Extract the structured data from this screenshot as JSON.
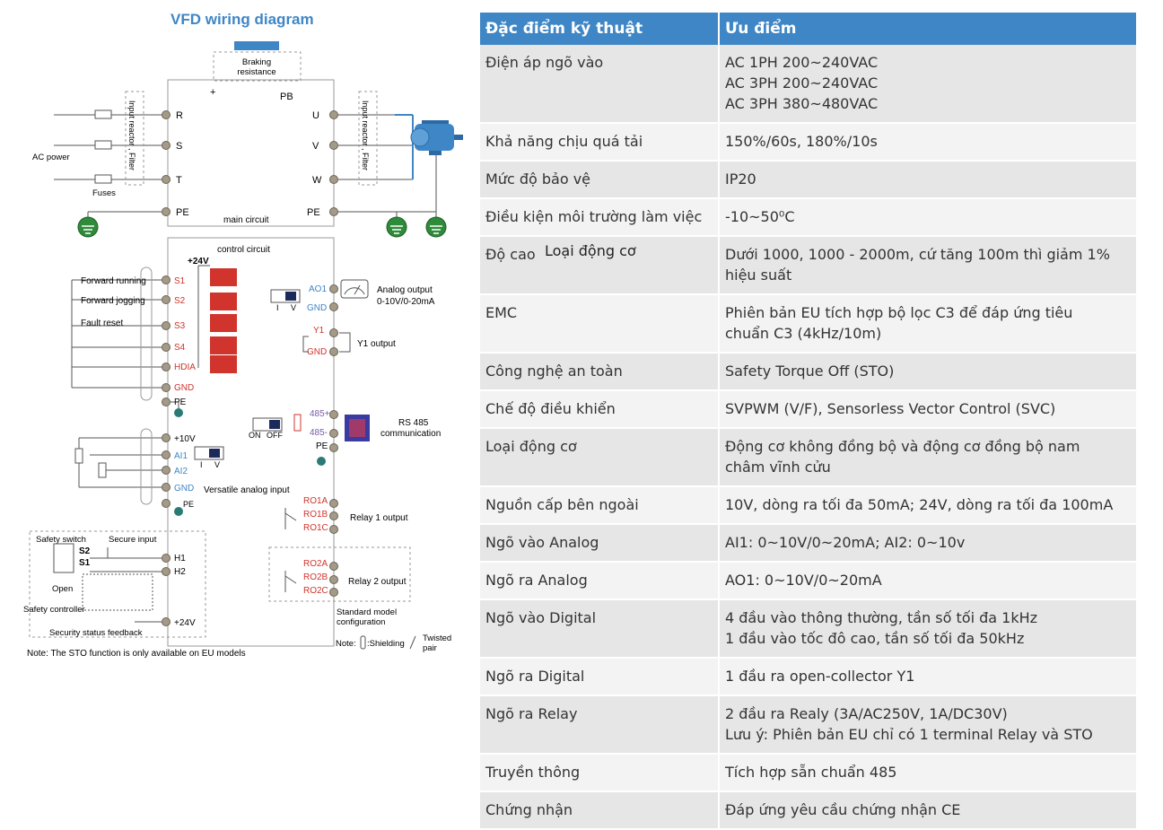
{
  "diagram": {
    "title": "VFD wiring diagram",
    "braking_resistance": [
      "Braking",
      "resistance"
    ],
    "plus": "+",
    "pb": "PB",
    "input_terminals": [
      "R",
      "S",
      "T",
      "PE"
    ],
    "output_terminals": [
      "U",
      "V",
      "W",
      "PE"
    ],
    "ac_power": "AC power",
    "fuses": "Fuses",
    "input_filter": "Input reactor , Filter",
    "output_filter": "Input reactor , Filter",
    "main_circuit": "main circuit",
    "control_circuit": "control circuit",
    "plus24v_top": "+24V",
    "digital_inputs": [
      {
        "label": "Forward running",
        "term": "S1"
      },
      {
        "label": "Forward jogging",
        "term": "S2"
      },
      {
        "label": "Fault reset",
        "term": "S3"
      },
      {
        "label": "",
        "term": "S4"
      },
      {
        "label": "",
        "term": "HDIA"
      }
    ],
    "gnd": "GND",
    "pe": "PE",
    "analog_out": {
      "ao1": "AO1",
      "gnd": "GND",
      "label": [
        "Analog output",
        "0-10V/0-20mA"
      ],
      "switch_i": "I",
      "switch_v": "V"
    },
    "y1": {
      "term": "Y1",
      "gnd": "GND",
      "label": "Y1 output"
    },
    "rs485": {
      "plus": "485+",
      "minus": "485-",
      "pe": "PE",
      "label": [
        "RS 485",
        "communication"
      ],
      "on": "ON",
      "off": "OFF"
    },
    "analog_in": {
      "v10": "+10V",
      "ai1": "AI1",
      "ai2": "AI2",
      "gnd": "GND",
      "pe": "PE",
      "label": "Versatile analog input",
      "switch_i": "I",
      "switch_v": "V"
    },
    "relay1": {
      "terms": [
        "RO1A",
        "RO1B",
        "RO1C"
      ],
      "label": "Relay 1 output"
    },
    "relay2": {
      "terms": [
        "RO2A",
        "RO2B",
        "RO2C"
      ],
      "label": "Relay 2 output"
    },
    "safety": {
      "safety_switch": "Safety switch",
      "secure_input": "Secure input",
      "s2": "S2",
      "s1": "S1",
      "open": "Open",
      "controller": "Safety controller",
      "feedback": "Security status feedback",
      "h1": "H1",
      "h2": "H2",
      "v24": "+24V"
    },
    "standard_model": [
      "Standard model",
      "configuration"
    ],
    "note_label": "Note:",
    "shielding": ":Shielding",
    "twisted": [
      "Twisted",
      "pair"
    ],
    "sto_note": "Note: The STO function is only available on EU models"
  },
  "table": {
    "headers": [
      "Đặc điểm kỹ thuật",
      "Ưu điểm"
    ],
    "rows": [
      {
        "feature": "Điện áp ngõ vào",
        "value": [
          "AC 1PH 200~240VAC",
          "AC 3PH 200~240VAC",
          "AC 3PH 380~480VAC"
        ]
      },
      {
        "feature": "Khả năng chịu quá tải",
        "value": [
          "150%/60s, 180%/10s"
        ]
      },
      {
        "feature": "Mức độ bảo vệ",
        "value": [
          "IP20"
        ]
      },
      {
        "feature": "Điều kiện môi trường làm việc",
        "value": [
          "-10~50⁰C"
        ]
      },
      {
        "feature": "Độ cao",
        "value": [
          "Dưới 1000, 1000 - 2000m, cứ tăng 100m thì giảm 1%",
          "hiệu suất"
        ]
      },
      {
        "feature": "EMC",
        "value": [
          "Phiên bản EU tích hợp bộ lọc C3 để đáp ứng tiêu",
          "chuẩn C3 (4kHz/10m)"
        ]
      },
      {
        "feature": "Công nghệ an toàn",
        "value": [
          "Safety Torque Off (STO)"
        ]
      },
      {
        "feature": "Chế độ điều khiển",
        "value": [
          "SVPWM (V/F), Sensorless Vector Control (SVC)"
        ]
      },
      {
        "feature": "Loại động cơ",
        "value": [
          "Động cơ không đồng bộ và động cơ đồng bộ nam",
          "châm vĩnh cửu"
        ]
      },
      {
        "feature": "Nguồn cấp bên ngoài",
        "value": [
          "10V, dòng ra tối đa 50mA; 24V, dòng ra tối đa 100mA"
        ]
      },
      {
        "feature": "Ngõ vào Analog",
        "value": [
          "AI1: 0~10V/0~20mA; AI2: 0~10v"
        ]
      },
      {
        "feature": "Ngõ ra Analog",
        "value": [
          "AO1: 0~10V/0~20mA"
        ]
      },
      {
        "feature": "Ngõ vào Digital",
        "value": [
          "4 đầu vào thông thường, tần số tối đa 1kHz",
          "1 đầu vào tốc đô cao, tần số tối đa 50kHz"
        ]
      },
      {
        "feature": "Ngõ ra Digital",
        "value": [
          "1 đầu ra open-collector Y1"
        ]
      },
      {
        "feature": "Ngõ ra Relay",
        "value": [
          "2 đầu ra Realy (3A/AC250V, 1A/DC30V)",
          "Lưu ý: Phiên bản EU chỉ có 1 terminal Relay và STO"
        ]
      },
      {
        "feature": "Truyền thông",
        "value": [
          "Tích hợp sẵn chuẩn 485"
        ]
      },
      {
        "feature": "Chứng nhận",
        "value": [
          "Đáp ứng yêu cầu chứng nhận CE"
        ]
      }
    ],
    "overlay_text": "Loại động cơ"
  },
  "colors": {
    "header_bg": "#3f86c6",
    "row_odd": "#e6e6e6",
    "row_even": "#f3f3f3",
    "terminal_red": "#d0342c",
    "terminal_blue": "#3f86c6",
    "ground_green": "#2e8b3a"
  }
}
